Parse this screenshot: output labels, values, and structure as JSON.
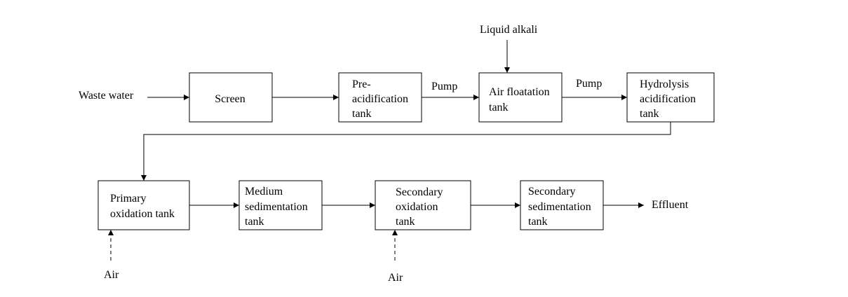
{
  "diagram": {
    "inputs": {
      "waste_water": "Waste water",
      "liquid_alkali": "Liquid alkali",
      "air_primary": "Air",
      "air_secondary": "Air"
    },
    "labels": {
      "pump_1": "Pump",
      "pump_2": "Pump",
      "effluent": "Effluent"
    },
    "nodes": {
      "screen": [
        "Screen"
      ],
      "pre_acidification": [
        "Pre-",
        "acidification",
        "tank"
      ],
      "air_floatation": [
        "Air floatation",
        "tank"
      ],
      "hydrolysis": [
        "Hydrolysis",
        "acidification",
        "tank"
      ],
      "primary_oxidation": [
        "Primary",
        "oxidation tank"
      ],
      "medium_sedimentation": [
        "Medium",
        "sedimentation",
        "tank"
      ],
      "secondary_oxidation": [
        "Secondary",
        "oxidation",
        "tank"
      ],
      "secondary_sedimentation": [
        "Secondary",
        "sedimentation",
        "tank"
      ]
    }
  }
}
